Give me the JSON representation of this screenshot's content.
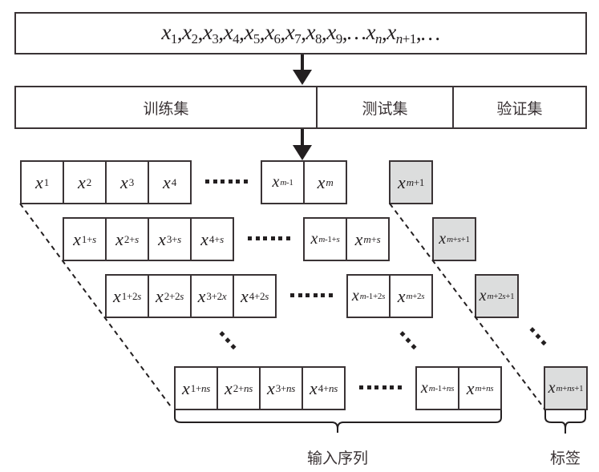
{
  "sequence": {
    "label": "x_1,x_2,x_3,x_4,x_5,x_6,x_7,x_8,x_9,...x_n,x_{n+1},...",
    "items": [
      {
        "sym": "x",
        "sub": "1"
      },
      {
        "sym": "x",
        "sub": "2"
      },
      {
        "sym": "x",
        "sub": "3"
      },
      {
        "sym": "x",
        "sub": "4"
      },
      {
        "sym": "x",
        "sub": "5"
      },
      {
        "sym": "x",
        "sub": "6"
      },
      {
        "sym": "x",
        "sub": "7"
      },
      {
        "sym": "x",
        "sub": "8"
      },
      {
        "sym": "x",
        "sub": "9"
      },
      {
        "sym": "…x",
        "sub": "n",
        "sub_italic": true
      },
      {
        "sym": "x",
        "sub": "n+1",
        "sub_italic": true
      },
      {
        "sym": "…",
        "sub": ""
      }
    ]
  },
  "split": {
    "train": "训练集",
    "test": "测试集",
    "validation": "验证集"
  },
  "windows": [
    {
      "cells": [
        {
          "sym": "x",
          "sub": "1"
        },
        {
          "sym": "x",
          "sub": "2"
        },
        {
          "sym": "x",
          "sub": "3"
        },
        {
          "sym": "x",
          "sub": "4"
        }
      ],
      "tail": [
        {
          "sym": "x",
          "sub": "m-1"
        },
        {
          "sym": "x",
          "sub": "m"
        }
      ],
      "label": {
        "sym": "x",
        "sub": "m+1"
      }
    },
    {
      "cells": [
        {
          "sym": "x",
          "sub": "1+s"
        },
        {
          "sym": "x",
          "sub": "2+s"
        },
        {
          "sym": "x",
          "sub": "3+s"
        },
        {
          "sym": "x",
          "sub": "4+s"
        }
      ],
      "tail": [
        {
          "sym": "x",
          "sub": "m-1+s"
        },
        {
          "sym": "x",
          "sub": "m+s"
        }
      ],
      "label": {
        "sym": "x",
        "sub": "m+s+1"
      }
    },
    {
      "cells": [
        {
          "sym": "x",
          "sub": "1+2s"
        },
        {
          "sym": "x",
          "sub": "2+2s"
        },
        {
          "sym": "x",
          "sub": "3+2x"
        },
        {
          "sym": "x",
          "sub": "4+2s"
        }
      ],
      "tail": [
        {
          "sym": "x",
          "sub": "m-1+2s"
        },
        {
          "sym": "x",
          "sub": "m+2s"
        }
      ],
      "label": {
        "sym": "x",
        "sub": "m+2s+1"
      }
    },
    {
      "cells": [
        {
          "sym": "x",
          "sub": "1+ns"
        },
        {
          "sym": "x",
          "sub": "2+ns"
        },
        {
          "sym": "x",
          "sub": "3+ns"
        },
        {
          "sym": "x",
          "sub": "4+ns"
        }
      ],
      "tail": [
        {
          "sym": "x",
          "sub": "m-1+ns"
        },
        {
          "sym": "x",
          "sub": "m+ns"
        }
      ],
      "label": {
        "sym": "x",
        "sub": "m+ns+1"
      }
    }
  ],
  "captions": {
    "input_sequence": "输入序列",
    "label": "标签"
  },
  "colors": {
    "stroke": "#3a3335",
    "label_fill": "#dcdddd",
    "background": "#ffffff"
  }
}
